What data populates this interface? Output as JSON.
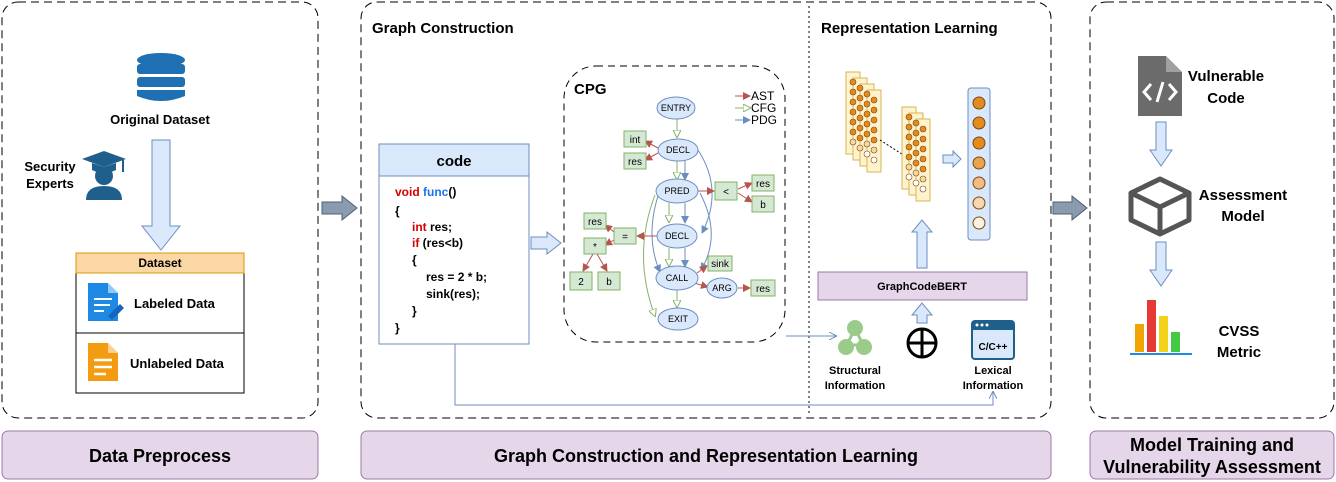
{
  "panels": {
    "preprocess": {
      "title": "Data Preprocess",
      "original_dataset": "Original Dataset",
      "security_experts_line1": "Security",
      "security_experts_line2": "Experts",
      "dataset_header": "Dataset",
      "labeled_data": "Labeled Data",
      "unlabeled_data": "Unlabeled Data"
    },
    "graph": {
      "title": "Graph Construction and Representation Learning",
      "graph_construction": "Graph Construction",
      "representation_learning": "Representation Learning",
      "code_header": "code",
      "cpg_label": "CPG",
      "graphcodebert": "GraphCodeBERT",
      "structural_line1": "Structural",
      "structural_line2": "Information",
      "lexical_line1": "Lexical",
      "lexical_line2": "Information",
      "lexical_icon_text": "C/C++"
    },
    "assessment": {
      "title_line1": "Model Training and",
      "title_line2": "Vulnerability Assessment",
      "vulnerable_line1": "Vulnerable",
      "vulnerable_line2": "Code",
      "assessment_line1": "Assessment",
      "assessment_line2": "Model",
      "cvss_line1": "CVSS",
      "cvss_line2": "Metric"
    }
  },
  "code_lines": {
    "l1_kw": "void",
    "l1_fn": "func",
    "l1_rest": "()",
    "l2": "{",
    "l3_kw": "int",
    "l3_rest": " res;",
    "l4_kw": "if",
    "l4_rest": " (res<b)",
    "l5": "{",
    "l6": "res = 2 * b;",
    "l7": "sink(res);",
    "l8": "}",
    "l9": "}"
  },
  "cpg": {
    "legend": [
      "AST",
      "CFG",
      "PDG"
    ],
    "nodes": {
      "entry": "ENTRY",
      "decl1": "DECL",
      "pred": "PRED",
      "decl2": "DECL",
      "call": "CALL",
      "arg": "ARG",
      "exit": "EXIT"
    },
    "boxes": {
      "int": "int",
      "res1": "res",
      "lt": "<",
      "res2": "res",
      "b1": "b",
      "res3": "res",
      "eq": "=",
      "star": "*",
      "two": "2",
      "b2": "b",
      "sink": "sink",
      "res4": "res"
    }
  },
  "colors": {
    "panel_label_bg": "#e5d6ea",
    "panel_label_border": "#9a7aa6",
    "code_header_bg": "#dae8fc",
    "code_border": "#6c8ebf",
    "keyword_red": "#d40000",
    "function_blue": "#1a73e8",
    "dataset_header_bg": "#fbd7a6",
    "dataset_border": "#d79b00",
    "cpg_box_bg": "#d5e8d4",
    "cpg_box_border": "#82b366",
    "cpg_node_bg": "#dae8fc",
    "arrow_fill": "#dae8fc",
    "arrow_stroke": "#6c8ebf",
    "icon_blue": "#1f6fb3",
    "icon_gray": "#6b6b6b",
    "icon_green": "#9acb8a",
    "neuron_orange": "#e58a1c"
  },
  "icons": [
    "database-icon",
    "graduation-cap-icon",
    "labeled-doc-icon",
    "unlabeled-doc-icon",
    "code-file-icon",
    "cube-model-icon",
    "bar-chart-icon",
    "network-icon",
    "oplus-icon",
    "code-window-icon"
  ]
}
